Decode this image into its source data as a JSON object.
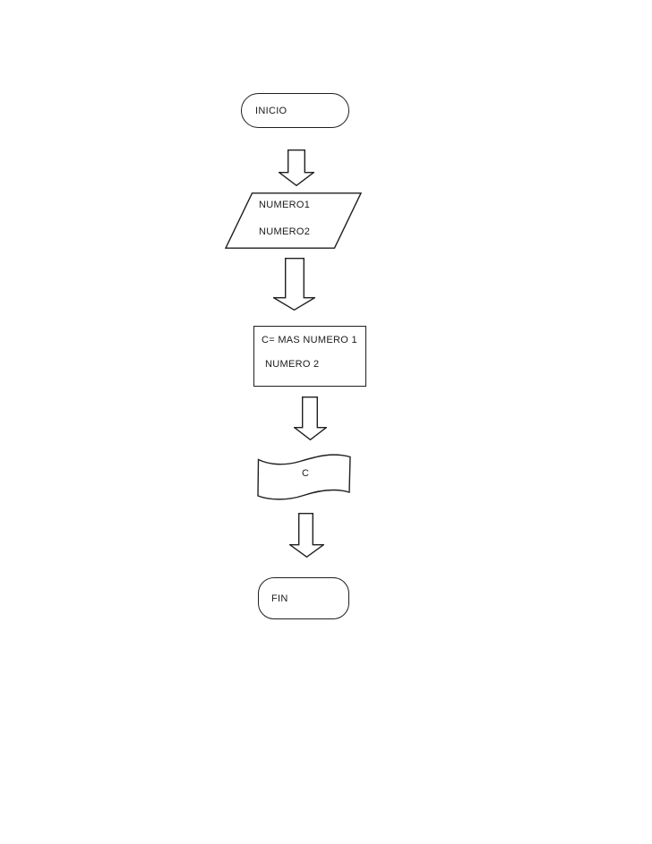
{
  "diagram": {
    "kind": "flowchart",
    "stroke_color": "#1f1f1f",
    "fill_color": "#ffffff",
    "nodes": {
      "start": {
        "shape": "terminator",
        "label": "INICIO"
      },
      "input": {
        "shape": "parallelogram",
        "line1": "NUMERO1",
        "line2": "NUMERO2"
      },
      "process": {
        "shape": "rectangle",
        "line1": "C= MAS NUMERO 1",
        "line2": "NUMERO 2"
      },
      "output": {
        "shape": "wave-document",
        "label": "C"
      },
      "end": {
        "shape": "terminator",
        "label": "FIN"
      }
    },
    "connectors": [
      {
        "from": "start",
        "to": "input",
        "style": "block-arrow-down"
      },
      {
        "from": "input",
        "to": "process",
        "style": "block-arrow-down"
      },
      {
        "from": "process",
        "to": "output",
        "style": "block-arrow-down"
      },
      {
        "from": "output",
        "to": "end",
        "style": "block-arrow-down"
      }
    ]
  }
}
